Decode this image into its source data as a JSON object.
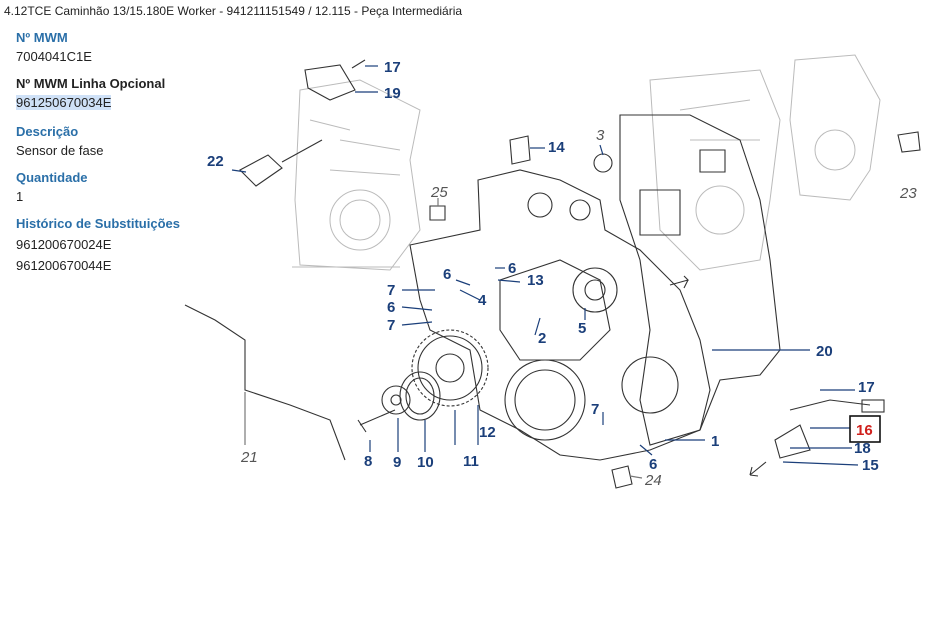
{
  "title": "4.12TCE Caminhão 13/15.180E Worker - 941211151549  /  12.115 - Peça Intermediária",
  "panel": {
    "mwm_label": "Nº MWM",
    "mwm_value": "7004041C1E",
    "optional_label": "Nº MWM Linha Opcional",
    "optional_value": "961250670034E",
    "desc_label": "Descrição",
    "desc_value": "Sensor de fase",
    "qty_label": "Quantidade",
    "qty_value": "1",
    "history_label": "Histórico de Substituições",
    "history": [
      "961200670024E",
      "961200670044E"
    ]
  },
  "callouts": {
    "c1": "1",
    "c2": "2",
    "c3": "3",
    "c4": "4",
    "c5": "5",
    "c6a": "6",
    "c6b": "6",
    "c6c": "6",
    "c6d": "6",
    "c7a": "7",
    "c7b": "7",
    "c7c": "7",
    "c8": "8",
    "c9": "9",
    "c10": "10",
    "c11": "11",
    "c12": "12",
    "c13": "13",
    "c14": "14",
    "c15": "15",
    "c16": "16",
    "c17a": "17",
    "c17b": "17",
    "c18": "18",
    "c19": "19",
    "c20": "20",
    "c21": "21",
    "c22": "22",
    "c23": "23",
    "c24": "24",
    "c25": "25"
  },
  "colors": {
    "callout": "#1b3f7a",
    "highlight": "#d0201c",
    "label": "#2a6fa8",
    "selection": "#cfe1f7"
  }
}
